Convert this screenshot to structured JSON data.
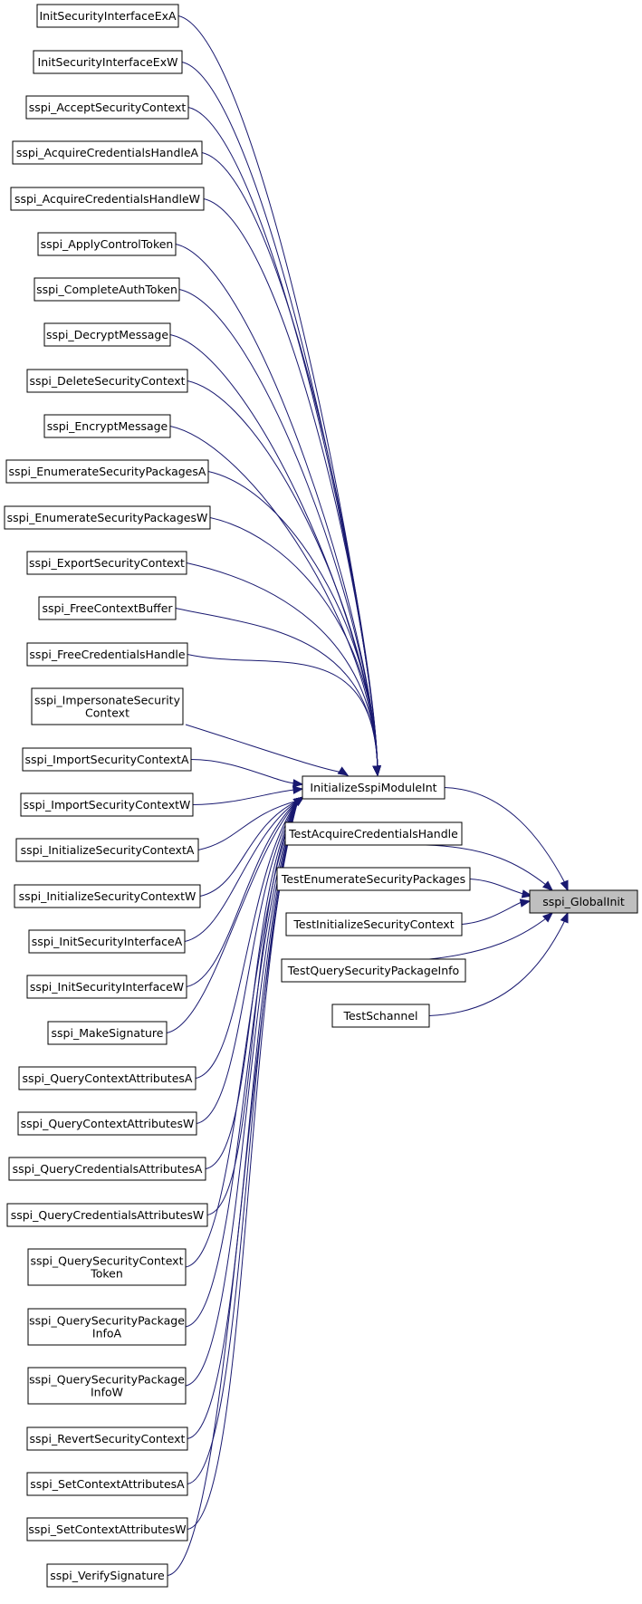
{
  "graph": {
    "root": "sspi_GlobalInit",
    "hub": "InitializeSspiModuleInt",
    "hub_callers": [
      [
        "InitSecurityInterfaceExA"
      ],
      [
        "InitSecurityInterfaceExW"
      ],
      [
        "sspi_AcceptSecurityContext"
      ],
      [
        "sspi_AcquireCredentialsHandleA"
      ],
      [
        "sspi_AcquireCredentialsHandleW"
      ],
      [
        "sspi_ApplyControlToken"
      ],
      [
        "sspi_CompleteAuthToken"
      ],
      [
        "sspi_DecryptMessage"
      ],
      [
        "sspi_DeleteSecurityContext"
      ],
      [
        "sspi_EncryptMessage"
      ],
      [
        "sspi_EnumerateSecurityPackagesA"
      ],
      [
        "sspi_EnumerateSecurityPackagesW"
      ],
      [
        "sspi_ExportSecurityContext"
      ],
      [
        "sspi_FreeContextBuffer"
      ],
      [
        "sspi_FreeCredentialsHandle"
      ],
      [
        "sspi_ImpersonateSecurity",
        "Context"
      ],
      [
        "sspi_ImportSecurityContextA"
      ],
      [
        "sspi_ImportSecurityContextW"
      ],
      [
        "sspi_InitializeSecurityContextA"
      ],
      [
        "sspi_InitializeSecurityContextW"
      ],
      [
        "sspi_InitSecurityInterfaceA"
      ],
      [
        "sspi_InitSecurityInterfaceW"
      ],
      [
        "sspi_MakeSignature"
      ],
      [
        "sspi_QueryContextAttributesA"
      ],
      [
        "sspi_QueryContextAttributesW"
      ],
      [
        "sspi_QueryCredentialsAttributesA"
      ],
      [
        "sspi_QueryCredentialsAttributesW"
      ],
      [
        "sspi_QuerySecurityContext",
        "Token"
      ],
      [
        "sspi_QuerySecurityPackage",
        "InfoA"
      ],
      [
        "sspi_QuerySecurityPackage",
        "InfoW"
      ],
      [
        "sspi_RevertSecurityContext"
      ],
      [
        "sspi_SetContextAttributesA"
      ],
      [
        "sspi_SetContextAttributesW"
      ],
      [
        "sspi_VerifySignature"
      ]
    ],
    "root_callers": [
      "InitializeSspiModuleInt",
      "TestAcquireCredentialsHandle",
      "TestEnumerateSecurityPackages",
      "TestInitializeSecurityContext",
      "TestQuerySecurityPackageInfo",
      "TestSchannel"
    ],
    "colors": {
      "edge": "#191970",
      "node_border": "#000000",
      "focus_fill": "#bfbfbf"
    }
  }
}
